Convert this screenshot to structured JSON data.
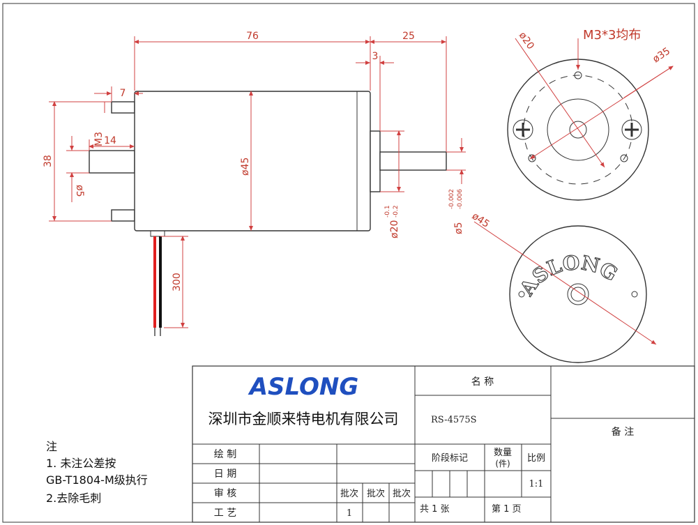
{
  "dims": {
    "len_76": "76",
    "len_25": "25",
    "len_3": "3",
    "len_7": "7",
    "len_14": "14",
    "m3": "M3",
    "h_38": "38",
    "d5_left": "ø5",
    "d45_body": "ø45",
    "d20_boss": "ø20",
    "d20_tol": "-0.1\n-0.2",
    "d20_tol_hi": "-0.1",
    "d20_tol_lo": "-0.2",
    "d5_shaft": "ø5",
    "d5_tol_hi": "-0.002",
    "d5_tol_lo": "-0.006",
    "lead_300": "300",
    "end_d20": "ø20",
    "end_d35": "ø35",
    "end_note": "M3*3均布",
    "rear_d45": "ø45"
  },
  "rear_logo_text": "ASLONG",
  "title_block": {
    "logo": "ASLONG",
    "company": "深圳市金顺来特电机有限公司",
    "name_label": "名 称",
    "model": "RS-4575S",
    "remark_label": "备 注",
    "draw": "绘 制",
    "date": "日 期",
    "review": "审 核",
    "process": "工 艺",
    "batch1": "批次",
    "batch2": "批次",
    "batch3": "批次",
    "batch_val": "1",
    "stage_mark": "阶段标记",
    "qty": "数量",
    "qty_sub": "(件)",
    "scale": "比例",
    "scale_val": "1:1",
    "total": "共 1 张",
    "page": "第 1 页"
  },
  "notes": {
    "title": "注",
    "line1": "1. 未注公差按",
    "line2": "GB-T1804-M级执行",
    "line3": "2.去除毛刺"
  },
  "colors": {
    "dimension": "#d04040",
    "lead_red": "#e02020",
    "lead_black": "#111111",
    "logo_blue": "#1f4fbf",
    "logo_yellow": "#f2b705"
  }
}
